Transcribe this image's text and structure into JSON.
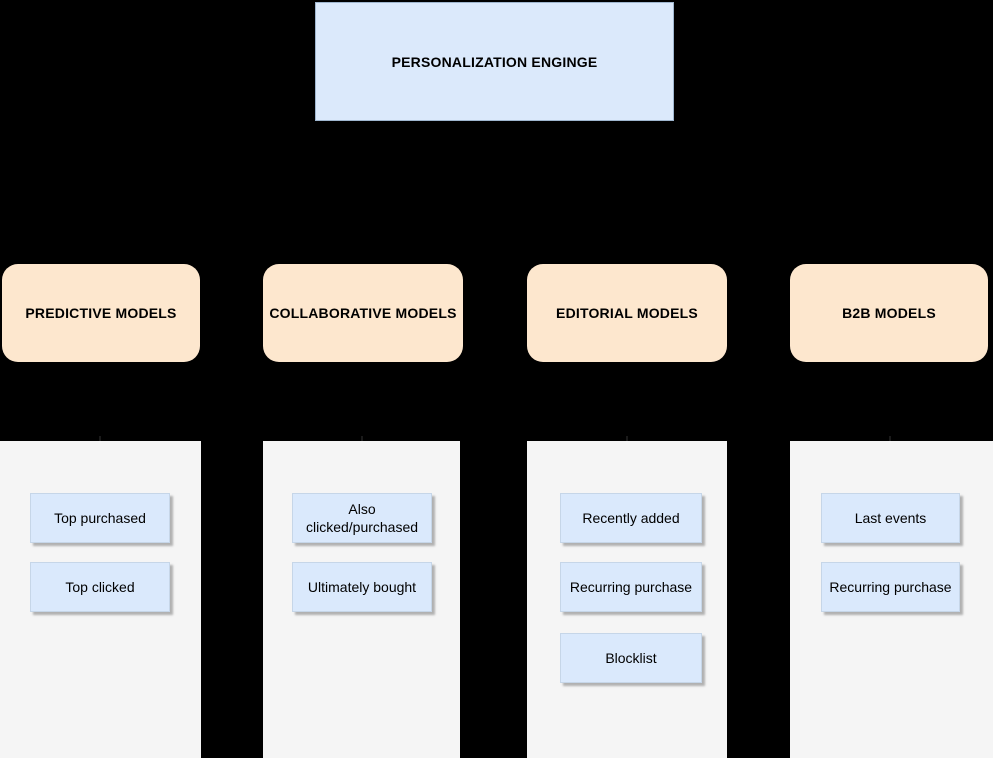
{
  "diagram": {
    "title": "PERSONALIZATION ENGINGE",
    "columns": [
      {
        "header": "PREDICTIVE MODELS",
        "items": [
          "Top purchased",
          "Top clicked"
        ]
      },
      {
        "header": "COLLABORATIVE MODELS",
        "items": [
          "Also clicked/purchased",
          "Ultimately bought"
        ]
      },
      {
        "header": "EDITORIAL MODELS",
        "items": [
          "Recently added",
          "Recurring purchase",
          "Blocklist"
        ]
      },
      {
        "header": "B2B MODELS",
        "items": [
          "Last events",
          "Recurring purchase"
        ]
      }
    ],
    "colors": {
      "background": "#000000",
      "title_fill": "#dbe9fb",
      "category_fill": "#fde7ce",
      "panel_fill": "#f5f5f5",
      "item_fill": "#dae9fc",
      "item_shadow": "#b1b1b1",
      "arrow": "#1a1a1a",
      "text": "#000000"
    }
  }
}
